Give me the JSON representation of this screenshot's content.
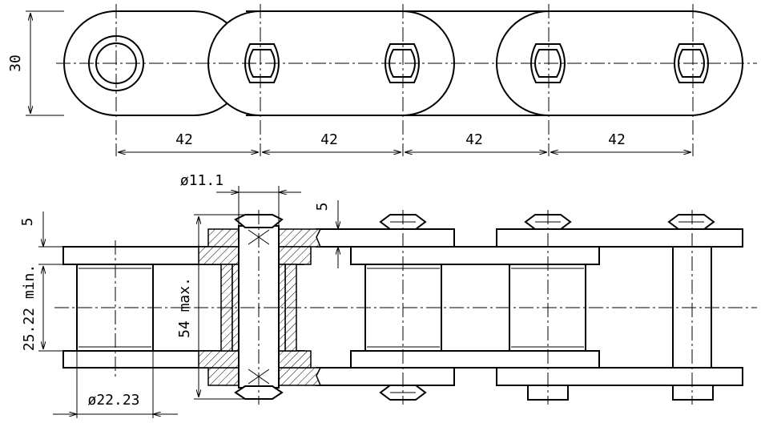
{
  "dimensions": {
    "height": "30",
    "pitch": [
      "42",
      "42",
      "42",
      "42"
    ],
    "pin_diameter": "ø11.1",
    "plate_thickness": "5",
    "plate_thickness_left": "5",
    "inner_width": "25.22 min.",
    "overall_width": "54 max.",
    "roller_diameter": "ø22.23"
  }
}
